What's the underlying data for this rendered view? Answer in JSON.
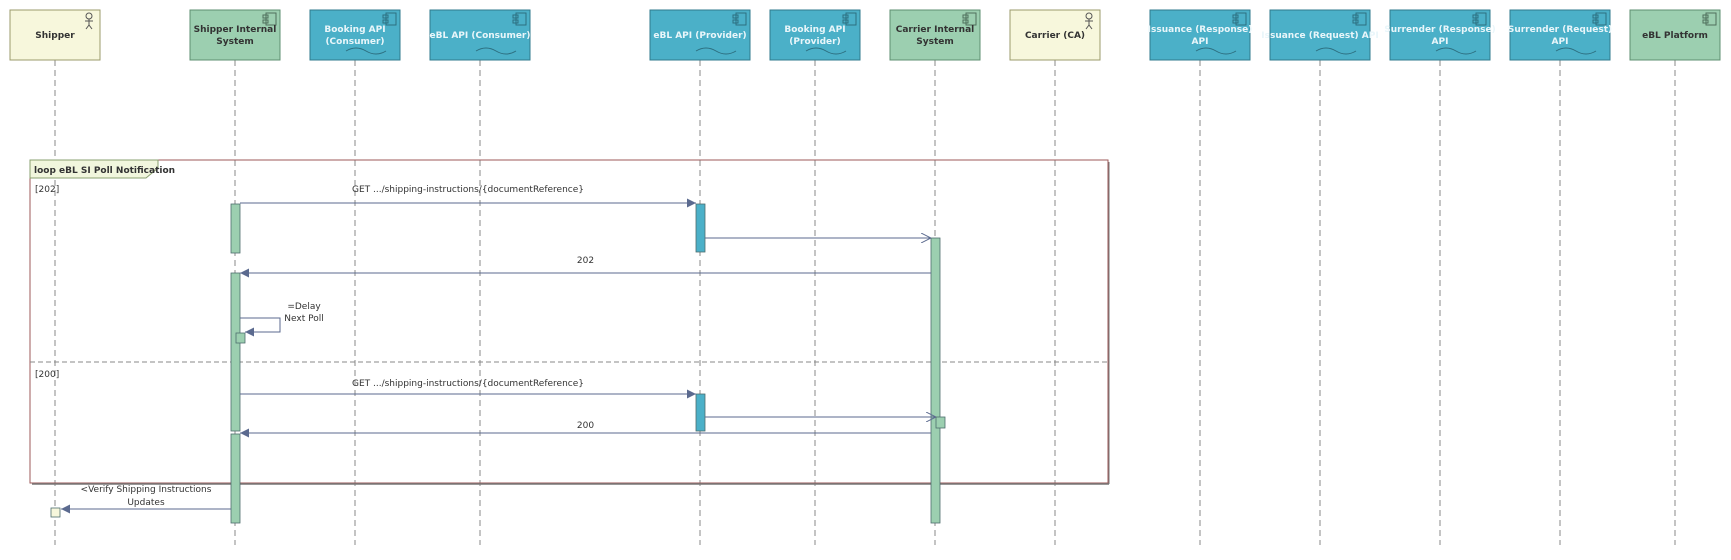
{
  "lifelines": [
    {
      "id": "shipper",
      "label": [
        "Shipper"
      ],
      "kind": "actor"
    },
    {
      "id": "shipper_internal",
      "label": [
        "Shipper Internal",
        "System"
      ],
      "kind": "component"
    },
    {
      "id": "booking_consumer",
      "label": [
        "Booking API",
        "(Consumer)"
      ],
      "kind": "interface"
    },
    {
      "id": "ebl_consumer",
      "label": [
        "eBL API (Consumer)"
      ],
      "kind": "interface"
    },
    {
      "id": "ebl_provider",
      "label": [
        "eBL API (Provider)"
      ],
      "kind": "interface"
    },
    {
      "id": "booking_provider",
      "label": [
        "Booking API",
        "(Provider)"
      ],
      "kind": "interface"
    },
    {
      "id": "carrier_internal",
      "label": [
        "Carrier Internal",
        "System"
      ],
      "kind": "component"
    },
    {
      "id": "carrier",
      "label": [
        "Carrier (CA)"
      ],
      "kind": "actor"
    },
    {
      "id": "issuance_response",
      "label": [
        "Issuance (Response)",
        "API"
      ],
      "kind": "interface"
    },
    {
      "id": "issuance_request",
      "label": [
        "Issuance (Request) API"
      ],
      "kind": "interface"
    },
    {
      "id": "surrender_response",
      "label": [
        "Surrender (Response)",
        "API"
      ],
      "kind": "interface"
    },
    {
      "id": "surrender_request",
      "label": [
        "Surrender (Request)",
        "API"
      ],
      "kind": "interface"
    },
    {
      "id": "ebl_platform",
      "label": [
        "eBL Platform"
      ],
      "kind": "component"
    }
  ],
  "fragment": {
    "label": "loop eBL SI Poll Notification",
    "guards": [
      "[202]",
      "[200]"
    ]
  },
  "messages": [
    {
      "label": [
        "GET .../shipping-instructions/{documentReference}"
      ],
      "type": "sync"
    },
    {
      "label": [
        ""
      ],
      "type": "async"
    },
    {
      "label": [
        "202"
      ],
      "type": "sync"
    },
    {
      "label": [
        "=Delay",
        "Next Poll"
      ],
      "type": "self"
    },
    {
      "label": [
        "GET .../shipping-instructions/{documentReference}"
      ],
      "type": "sync"
    },
    {
      "label": [
        ""
      ],
      "type": "async"
    },
    {
      "label": [
        "200"
      ],
      "type": "sync"
    },
    {
      "label": [
        "<Verify Shipping Instructions",
        "Updates"
      ],
      "type": "sync"
    }
  ],
  "colors": {
    "actor_fill": "#f7f7dc",
    "component_fill": "#9ccfb0",
    "interface_fill": "#4bb0c8",
    "frame_border": "#9e5a5a",
    "arrow": "#5b6a8f"
  }
}
